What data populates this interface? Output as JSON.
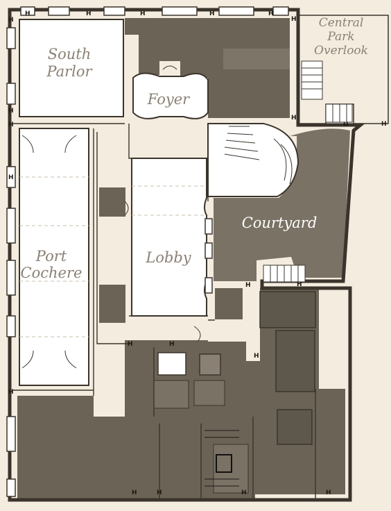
{
  "labels": {
    "south_parlor_line1": "South",
    "south_parlor_line2": "Parlor",
    "foyer": "Foyer",
    "central_park_line1": "Central",
    "central_park_line2": "Park",
    "central_park_line3": "Overlook",
    "courtyard": "Courtyard",
    "port_cochere_line1": "Port",
    "port_cochere_line2": "Cochere",
    "lobby": "Lobby"
  },
  "colors": {
    "paper": "#f3ecdf",
    "wall": "#3a342c",
    "service_area": "#6b6356",
    "courtyard": "#7a7265",
    "label_text": "#8a8174"
  },
  "icons": [
    "column-marker-icon",
    "stair-icon",
    "elevator-icon",
    "door-icon"
  ]
}
